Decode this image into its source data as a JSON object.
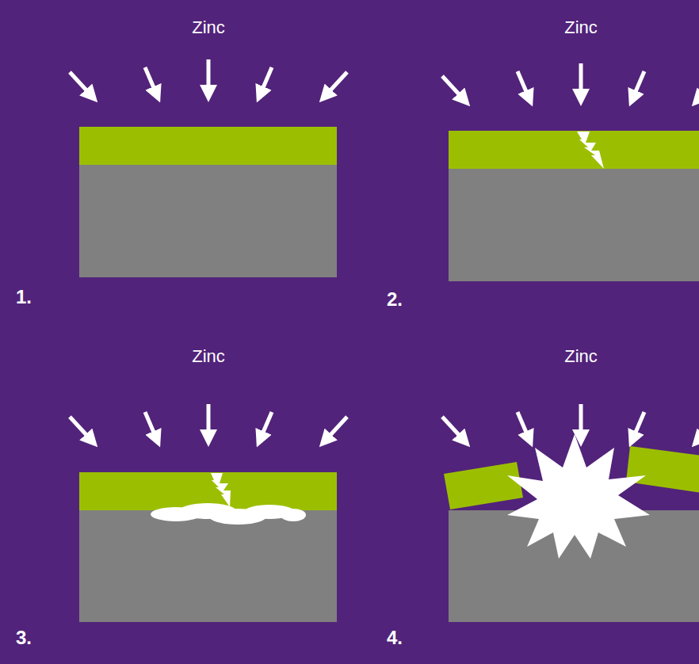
{
  "diagram": {
    "labels": [
      "Zinc",
      "Zinc",
      "1.",
      "2.",
      "Zinc",
      "Zinc",
      "3.",
      "4."
    ]
  }
}
